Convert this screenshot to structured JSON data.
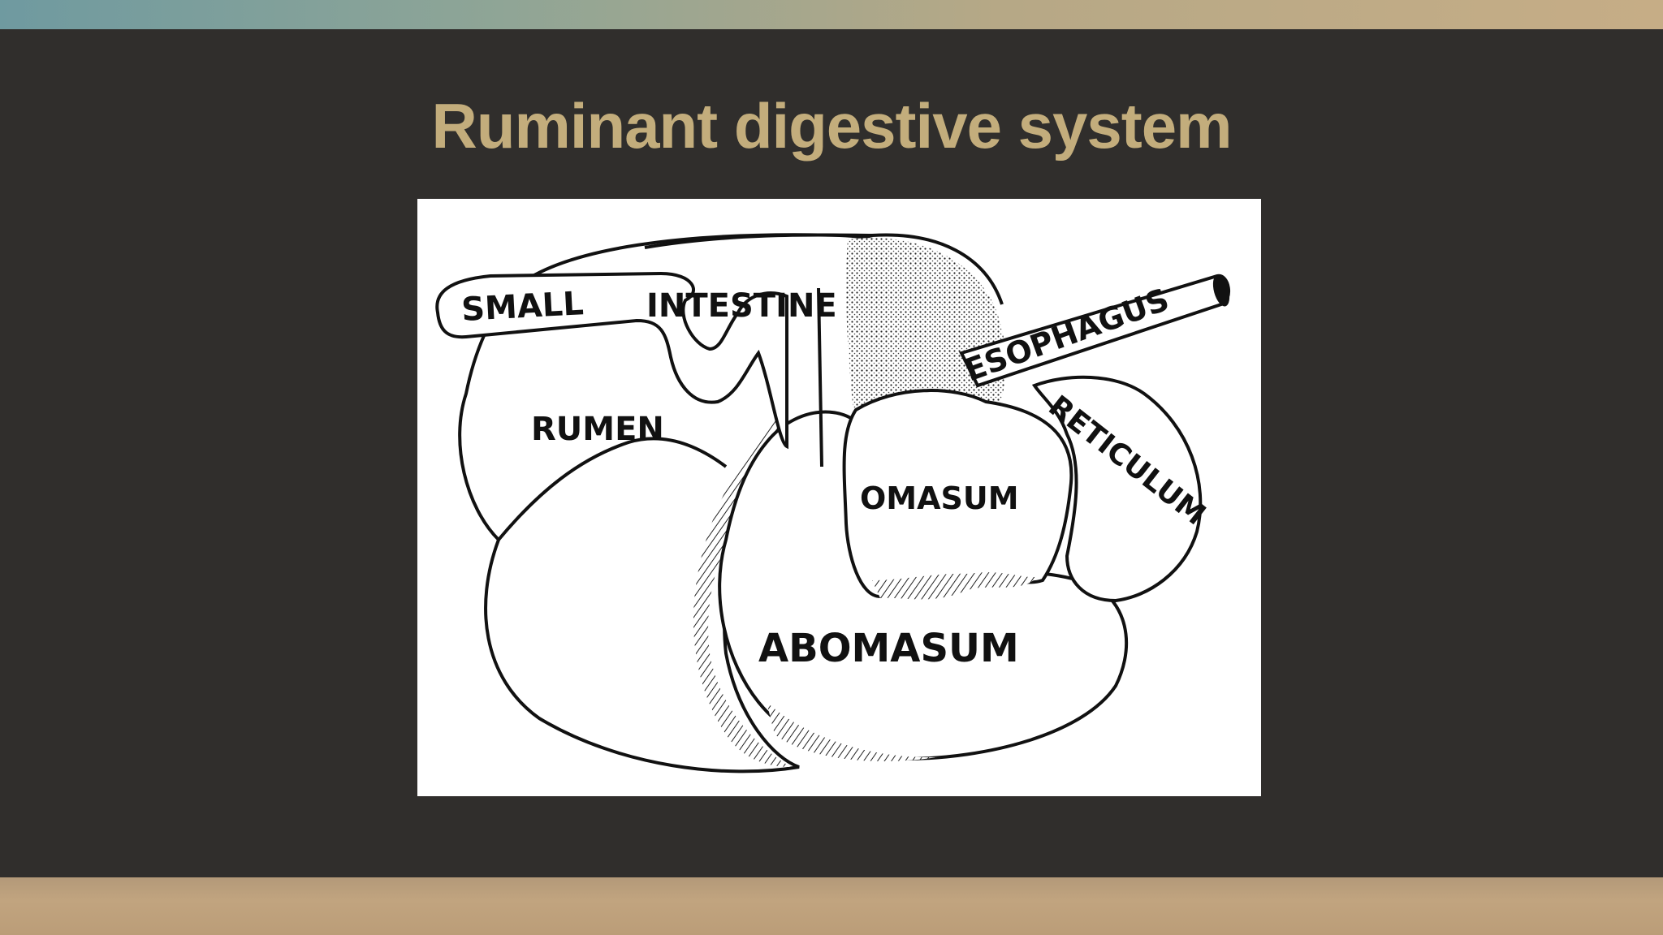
{
  "slide": {
    "title": "Ruminant digestive system"
  },
  "diagram": {
    "labels": {
      "small": "SMALL",
      "intestine": "INTESTINE",
      "esophagus": "ESOPHAGUS",
      "reticulum": "RETICULUM",
      "rumen": "RUMEN",
      "omasum": "OMASUM",
      "abomasum": "ABOMASUM"
    }
  },
  "colors": {
    "background": "#302e2c",
    "title": "#c3ad7c",
    "figure_background": "#ffffff"
  }
}
